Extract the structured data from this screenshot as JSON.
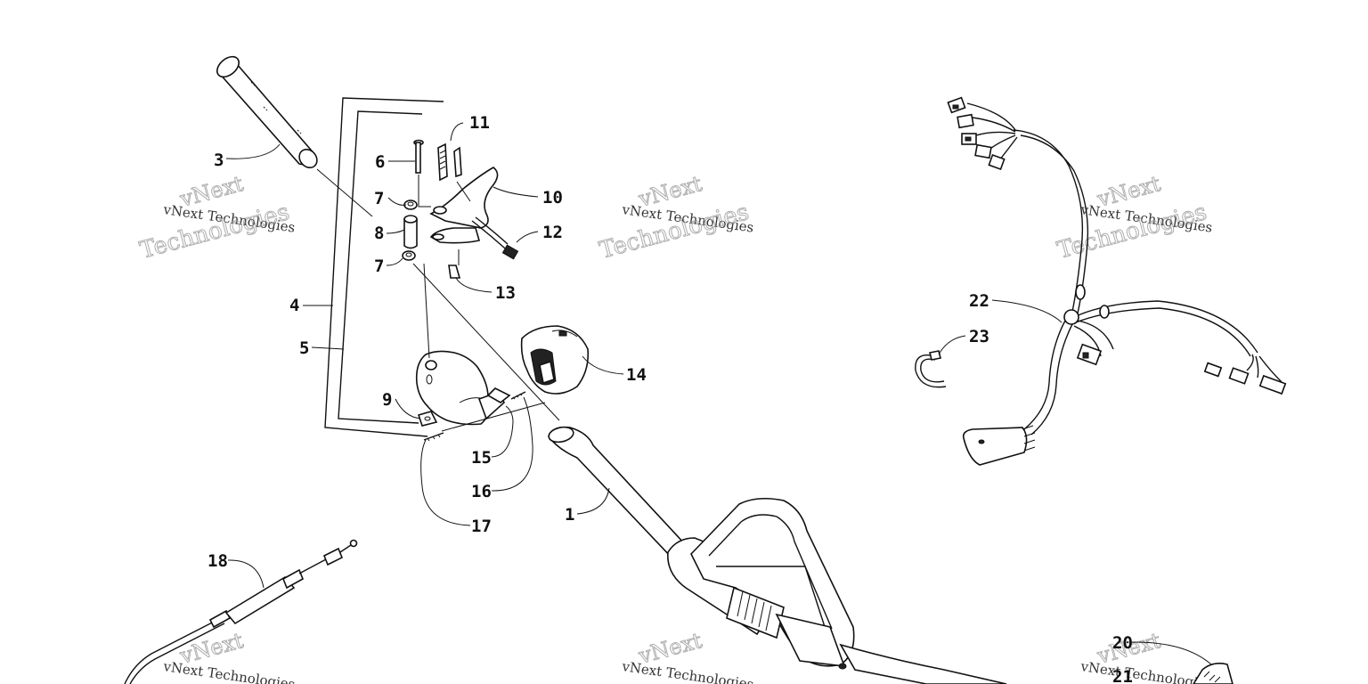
{
  "labels": [
    {
      "id": "3",
      "text": "3"
    },
    {
      "id": "11",
      "text": "11"
    },
    {
      "id": "6",
      "text": "6"
    },
    {
      "id": "10",
      "text": "10"
    },
    {
      "id": "7a",
      "text": "7"
    },
    {
      "id": "8",
      "text": "8"
    },
    {
      "id": "12",
      "text": "12"
    },
    {
      "id": "7b",
      "text": "7"
    },
    {
      "id": "13",
      "text": "13"
    },
    {
      "id": "4",
      "text": "4"
    },
    {
      "id": "5",
      "text": "5"
    },
    {
      "id": "14",
      "text": "14"
    },
    {
      "id": "9",
      "text": "9"
    },
    {
      "id": "15",
      "text": "15"
    },
    {
      "id": "16",
      "text": "16"
    },
    {
      "id": "17",
      "text": "17"
    },
    {
      "id": "1",
      "text": "1"
    },
    {
      "id": "18",
      "text": "18"
    },
    {
      "id": "22",
      "text": "22"
    },
    {
      "id": "23",
      "text": "23"
    },
    {
      "id": "20",
      "text": "20"
    },
    {
      "id": "21",
      "text": "21"
    }
  ],
  "watermark": {
    "line1": "vNext Technologies",
    "line2": "Technologies",
    "line3": "vNext"
  }
}
